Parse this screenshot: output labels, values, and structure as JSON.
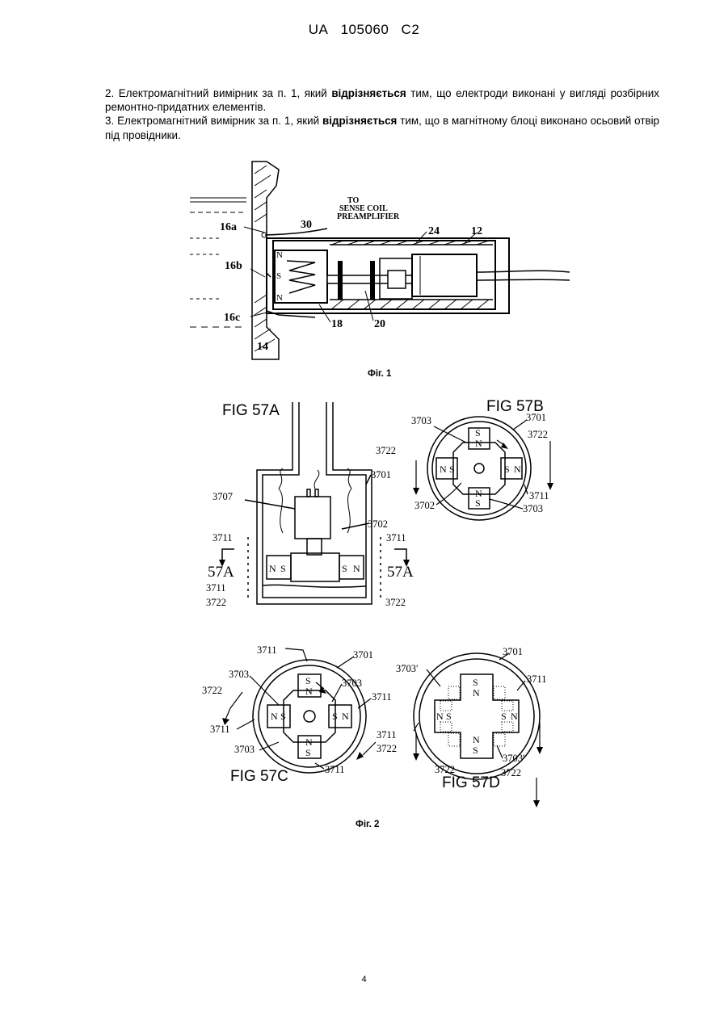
{
  "header": {
    "country": "UA",
    "number": "105060",
    "kind": "C2"
  },
  "claims": [
    {
      "pre": "2. Електромагнітний вимірник за п. 1, який ",
      "bold": "відрізняється",
      "post": " тим, що електроди виконані у вигляді розбірних ремонтно-придатних елементів."
    },
    {
      "pre": "3. Електромагнітний вимірник за п. 1, який ",
      "bold": "відрізняється",
      "post": " тим, що в магнітному блоці виконано осьовий отвір під провідники."
    }
  ],
  "figure1": {
    "caption": "Фіг. 1",
    "labels": {
      "to": "TO",
      "sense": "SENSE COIL",
      "pre": "PREAMPLIFIER",
      "l30": "30",
      "l24": "24",
      "l12": "12",
      "l16a": "16a",
      "l16b": "16b",
      "l16c": "16c",
      "l18": "18",
      "l20": "20",
      "l14": "14",
      "n1": "N",
      "s1": "S",
      "n2": "N"
    }
  },
  "figure2": {
    "caption": "Фіг. 2",
    "fig57a": {
      "title": "FIG 57A",
      "l3701": "3701",
      "l3707": "3707",
      "l3702": "3702",
      "l3711a": "3711",
      "l3711b": "3711",
      "l3711c": "3711",
      "l3722a": "3722",
      "l3722b": "3722",
      "sec_left": "57A",
      "sec_right": "57A",
      "n1": "N",
      "s1": "S",
      "s2": "S",
      "n2": "N"
    },
    "fig57b": {
      "title": "FIG 57B",
      "l3703a": "3703",
      "l3701": "3701",
      "l3722a": "3722",
      "l3722b": "3722",
      "l3702": "3702",
      "l3711": "3711",
      "l3703b": "3703",
      "t1": "S",
      "t2": "N",
      "l1": "N",
      "l2": "S",
      "r1": "S",
      "r2": "N",
      "b1": "N",
      "b2": "S"
    },
    "fig57c": {
      "title": "FIG 57C",
      "l3711a": "3711",
      "l3701": "3701",
      "l3703a": "3703",
      "l3703b": "3703",
      "l3722a": "3722",
      "l3711b": "3711",
      "l3711c": "3711",
      "l3703c": "3703",
      "l3711d": "3711",
      "l3722b": "3722",
      "l3711e": "3711",
      "t1": "S",
      "t2": "N",
      "l1": "N",
      "l2": "S",
      "r1": "S",
      "r2": "N",
      "b1": "N",
      "b2": "S"
    },
    "fig57d": {
      "title": "FIG 57D",
      "l3701": "3701",
      "l3703a": "3703'",
      "l3711": "3711",
      "l3722a": "3722",
      "l3703b": "3703'",
      "l3722b": "3722",
      "t1": "S",
      "t2": "N",
      "l1": "N",
      "l2": "S",
      "r1": "S",
      "r2": "N",
      "b1": "N",
      "b2": "S"
    }
  },
  "page_number": "4"
}
